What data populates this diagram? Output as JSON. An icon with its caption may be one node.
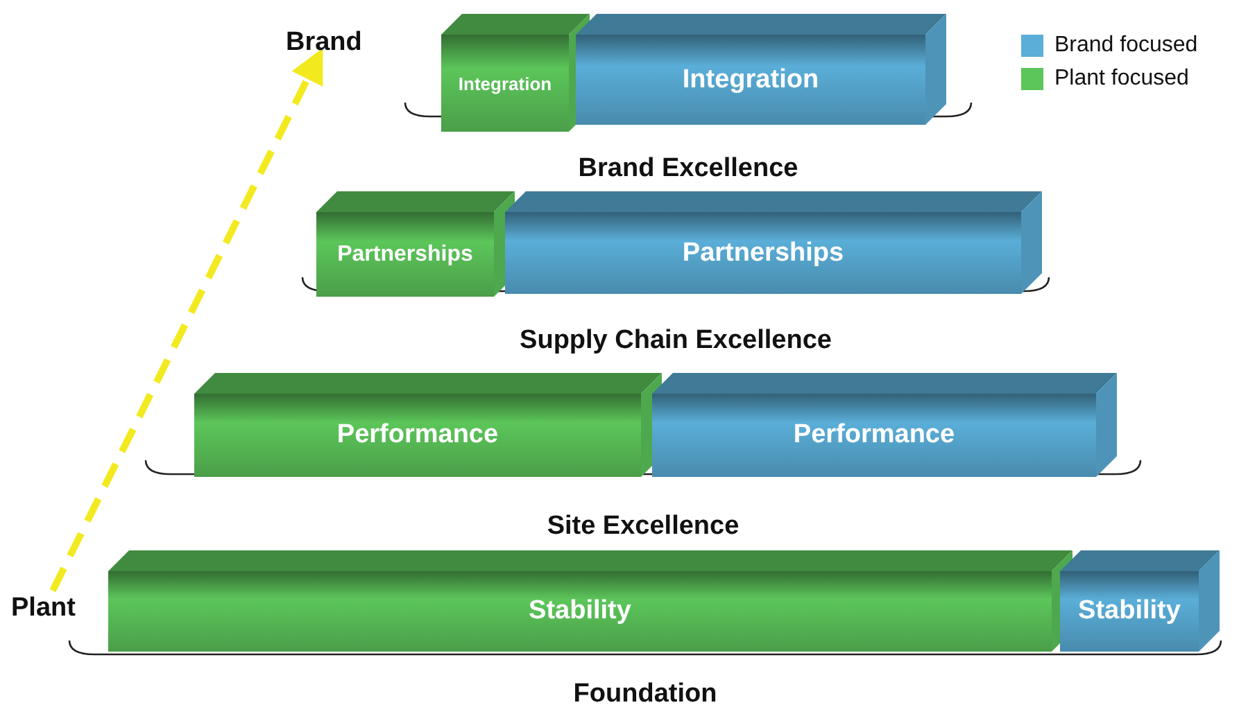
{
  "diagram": {
    "nodes": [
      {
        "text": [
          "Brand"
        ]
      },
      {
        "text": [
          "Plant"
        ]
      },
      {
        "text": [
          "Integration"
        ]
      },
      {
        "text": [
          "Integration"
        ]
      },
      {
        "text": [
          "Partnerships"
        ]
      },
      {
        "text": [
          "Partnerships"
        ]
      },
      {
        "text": [
          "Performance"
        ]
      },
      {
        "text": [
          "Performance"
        ]
      },
      {
        "text": [
          "Stability"
        ]
      },
      {
        "text": [
          "Stability"
        ]
      }
    ],
    "edges": [
      {
        "from": 1,
        "to": 0,
        "arrow": "to",
        "style": "dashed",
        "color": "#f2ea1f"
      }
    ],
    "labels": [
      "Brand Excellence",
      "Supply Chain Excellence",
      "Site Excellence",
      "Foundation"
    ],
    "legend": [
      {
        "text": "Brand focused",
        "color": "#5aaed8"
      },
      {
        "text": "Plant focused",
        "color": "#5cc65a"
      }
    ]
  }
}
